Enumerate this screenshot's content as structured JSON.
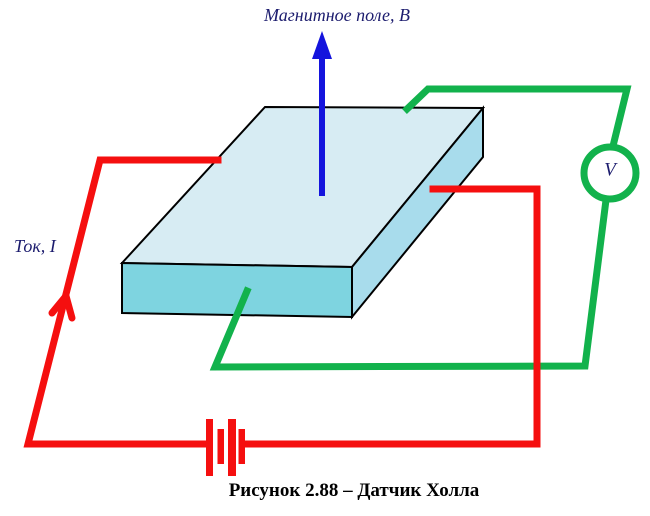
{
  "figure": {
    "magnetic_field_label": "Магнитное поле, В",
    "current_label": "Ток, I",
    "voltmeter_label": "V",
    "caption": "Рисунок 2.88 – Датчик Холла"
  },
  "icons": {
    "voltmeter": "circle-with-V-icon",
    "battery": "battery-cells-icon",
    "magnetic_field_arrow": "arrow-up-icon",
    "current_arrow": "open-chevron-arrow-icon"
  },
  "colors": {
    "wire_red": "#f50f0f",
    "wire_green": "#12b24c",
    "arrow_blue": "#1414dd",
    "label_navy": "#1c1c6e",
    "caption_black": "#000000",
    "outline": "#000000",
    "slab_top": "#d7ecf3",
    "slab_front": "#7ed4e0",
    "slab_side": "#a8dcec"
  }
}
